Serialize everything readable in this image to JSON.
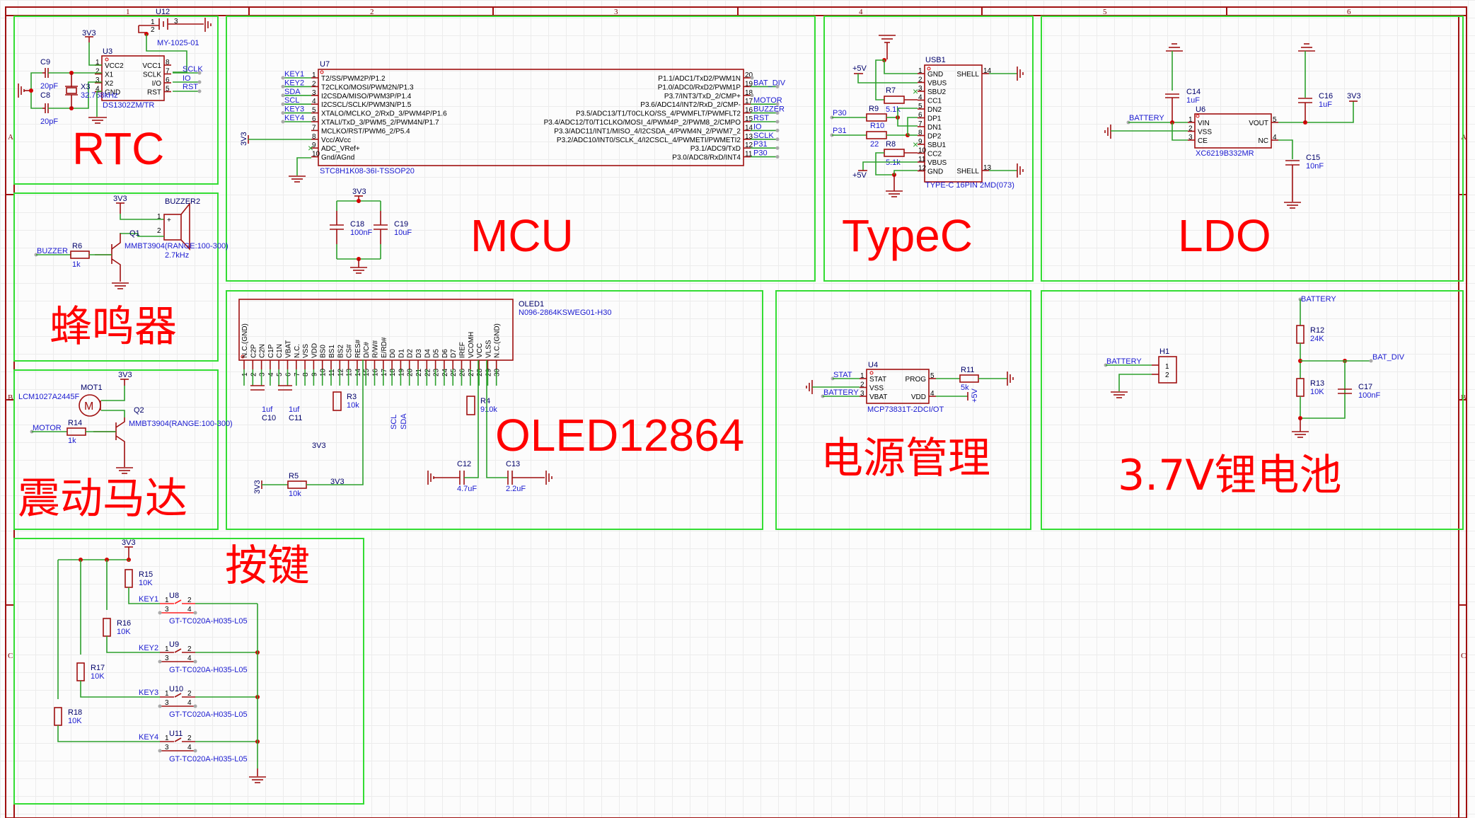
{
  "sheet": {
    "columns": [
      "1",
      "2",
      "3",
      "4",
      "5",
      "6"
    ],
    "rows": [
      "A",
      "B",
      "C"
    ],
    "colors": {
      "wire": "#2ca02c",
      "pin": "#a01010",
      "block": "#33dd33",
      "title": "#ff0000",
      "net": "#1a1ad0",
      "junction": "#d40000"
    }
  },
  "blocks": {
    "rtc": {
      "title": "RTC"
    },
    "mcu": {
      "title": "MCU"
    },
    "typec": {
      "title": "TypeC"
    },
    "ldo": {
      "title": "LDO"
    },
    "buzzer": {
      "title": "蜂鸣器"
    },
    "oled": {
      "title": "OLED12864"
    },
    "power": {
      "title": "电源管理"
    },
    "battery": {
      "title": "3.7V锂电池"
    },
    "motor": {
      "title": "震动马达"
    },
    "keys": {
      "title": "按键"
    }
  },
  "rtc": {
    "u3": {
      "ref": "U3",
      "part": "DS1302ZM/TR",
      "pins_left": [
        {
          "n": "1",
          "name": "VCC2"
        },
        {
          "n": "2",
          "name": "X1"
        },
        {
          "n": "3",
          "name": "X2"
        },
        {
          "n": "4",
          "name": "GND"
        }
      ],
      "pins_right": [
        {
          "n": "8",
          "name": "VCC1"
        },
        {
          "n": "7",
          "name": "SCLK"
        },
        {
          "n": "6",
          "name": "I/O"
        },
        {
          "n": "5",
          "name": "RST"
        }
      ]
    },
    "u12": {
      "ref": "U12",
      "part": "MY-1025-01",
      "pins": [
        "1",
        "2",
        "3"
      ]
    },
    "c9": {
      "ref": "C9",
      "value": "20pF"
    },
    "c8": {
      "ref": "C8",
      "value": "20pF"
    },
    "x3": {
      "ref": "X3",
      "value": "32.768kHz"
    },
    "power": "3V3",
    "nets": [
      "SCLK",
      "IO",
      "RST"
    ]
  },
  "mcu": {
    "u7": {
      "ref": "U7",
      "part": "STC8H1K08-36I-TSSOP20",
      "pins_left": [
        {
          "n": "1",
          "name": "T2/SS/PWM2P/P1.2",
          "net": "KEY1"
        },
        {
          "n": "2",
          "name": "T2CLKO/MOSI/PWM2N/P1.3",
          "net": "KEY2"
        },
        {
          "n": "3",
          "name": "I2CSDA/MISO/PWM3P/P1.4",
          "net": "SDA"
        },
        {
          "n": "4",
          "name": "I2CSCL/SCLK/PWM3N/P1.5",
          "net": "SCL"
        },
        {
          "n": "5",
          "name": "XTALO/MCLKO_2/RxD_3/PWM4P/P1.6",
          "net": "KEY3"
        },
        {
          "n": "6",
          "name": "XTALI/TxD_3/PWM5_2/PWM4N/P1.7",
          "net": "KEY4"
        },
        {
          "n": "7",
          "name": "MCLKO/RST/PWM6_2/P5.4",
          "net": ""
        },
        {
          "n": "8",
          "name": "Vcc/AVcc",
          "net": ""
        },
        {
          "n": "9",
          "name": "ADC_VRef+",
          "net": ""
        },
        {
          "n": "10",
          "name": "Gnd/AGnd",
          "net": ""
        }
      ],
      "pins_right": [
        {
          "n": "20",
          "name": "P1.1/ADC1/TxD2/PWM1N",
          "net": ""
        },
        {
          "n": "19",
          "name": "P1.0/ADC0/RxD2/PWM1P",
          "net": "BAT_DIV"
        },
        {
          "n": "18",
          "name": "P3.7/INT3/TxD_2/CMP+",
          "net": ""
        },
        {
          "n": "17",
          "name": "P3.6/ADC14/INT2/RxD_2/CMP-",
          "net": "MOTOR"
        },
        {
          "n": "16",
          "name": "P3.5/ADC13/T1/T0CLKO/SS_4/PWMFLT/PWMFLT2",
          "net": "BUZZER"
        },
        {
          "n": "15",
          "name": "P3.4/ADC12/T0/T1CLKO/MOSI_4/PWM4P_2/PWM8_2/CMPO",
          "net": "RST"
        },
        {
          "n": "14",
          "name": "P3.3/ADC11/INT1/MISO_4/I2CSDA_4/PWM4N_2/PWM7_2",
          "net": "IO"
        },
        {
          "n": "13",
          "name": "P3.2/ADC10/INT0/SCLK_4/I2CSCL_4/PWMETI/PWMETI2",
          "net": "SCLK"
        },
        {
          "n": "12",
          "name": "P3.1/ADC9/TxD",
          "net": "P31"
        },
        {
          "n": "11",
          "name": "P3.0/ADC8/RxD/INT4",
          "net": "P30"
        }
      ]
    },
    "power": "3V3",
    "c18": {
      "ref": "C18",
      "value": "100nF"
    },
    "c19": {
      "ref": "C19",
      "value": "10uF"
    }
  },
  "typec": {
    "usb1": {
      "ref": "USB1",
      "part": "TYPE-C 16PIN 2MD(073)",
      "pins_left": [
        {
          "n": "1",
          "name": "GND"
        },
        {
          "n": "2",
          "name": "VBUS"
        },
        {
          "n": "3",
          "name": "SBU2"
        },
        {
          "n": "4",
          "name": "CC1"
        },
        {
          "n": "5",
          "name": "DN2"
        },
        {
          "n": "6",
          "name": "DP1"
        },
        {
          "n": "7",
          "name": "DN1"
        },
        {
          "n": "8",
          "name": "DP2"
        },
        {
          "n": "9",
          "name": "SBU1"
        },
        {
          "n": "10",
          "name": "CC2"
        },
        {
          "n": "11",
          "name": "VBUS"
        },
        {
          "n": "12",
          "name": "GND"
        }
      ],
      "pins_right": [
        {
          "n": "14",
          "name": "SHELL"
        },
        {
          "n": "13",
          "name": "SHELL"
        }
      ]
    },
    "r7": {
      "ref": "R7",
      "value": "5.1k"
    },
    "r8": {
      "ref": "R8",
      "value": "5.1k"
    },
    "r9": {
      "ref": "R9",
      "value": "22"
    },
    "r10": {
      "ref": "R10",
      "value": "22"
    },
    "vbus": "+5V",
    "nets": [
      "P30",
      "P31"
    ]
  },
  "ldo": {
    "u6": {
      "ref": "U6",
      "part": "XC6219B332MR",
      "pins_left": [
        {
          "n": "1",
          "name": "VIN"
        },
        {
          "n": "2",
          "name": "VSS"
        },
        {
          "n": "3",
          "name": "CE"
        }
      ],
      "pins_right": [
        {
          "n": "5",
          "name": "VOUT"
        },
        {
          "n": "4",
          "name": "NC"
        }
      ]
    },
    "c14": {
      "ref": "C14",
      "value": "1uF"
    },
    "c16": {
      "ref": "C16",
      "value": "1uF"
    },
    "c15": {
      "ref": "C15",
      "value": "10nF"
    },
    "in_net": "BATTERY",
    "out": "3V3"
  },
  "buzzer": {
    "buzzer2": {
      "ref": "BUZZER2",
      "value": "2.7kHz",
      "pins": [
        "1",
        "2"
      ]
    },
    "q1": {
      "ref": "Q1",
      "part": "MMBT3904(RANGE:100-300)"
    },
    "r6": {
      "ref": "R6",
      "value": "1k"
    },
    "net": "BUZZER",
    "power": "3V3"
  },
  "motor": {
    "mot1": {
      "ref": "MOT1",
      "part": "LCM1027A2445F",
      "symbol": "M"
    },
    "q2": {
      "ref": "Q2",
      "part": "MMBT3904(RANGE:100-300)"
    },
    "r14": {
      "ref": "R14",
      "value": "1k"
    },
    "net": "MOTOR",
    "power": "3V3"
  },
  "oled": {
    "oled1": {
      "ref": "OLED1",
      "part": "N096-2864KSWEG01-H30",
      "pins": [
        "N.C.(GND)",
        "C2P",
        "C2N",
        "C1P",
        "C1N",
        "VBAT",
        "N.C.",
        "VSS",
        "VDD",
        "BS0",
        "BS1",
        "BS2",
        "CS#",
        "RES#",
        "D/C#",
        "R/W#",
        "E/RD#",
        "D0",
        "D1",
        "D2",
        "D3",
        "D4",
        "D5",
        "D6",
        "D7",
        "IREF",
        "VCOMH",
        "VCC",
        "VLSS",
        "N.C.(GND)"
      ]
    },
    "c10": {
      "ref": "C10",
      "value": "1uf"
    },
    "c11": {
      "ref": "C11",
      "value": "1uf"
    },
    "r3": {
      "ref": "R3",
      "value": "10k"
    },
    "r4": {
      "ref": "R4",
      "value": "910k"
    },
    "r5": {
      "ref": "R5",
      "value": "10k"
    },
    "c12": {
      "ref": "C12",
      "value": "4.7uF"
    },
    "c13": {
      "ref": "C13",
      "value": "2.2uF"
    },
    "nets": [
      "SCL",
      "SDA"
    ],
    "power": "3V3"
  },
  "power": {
    "u4": {
      "ref": "U4",
      "part": "MCP73831T-2DCI/OT",
      "pins_left": [
        {
          "n": "1",
          "name": "STAT"
        },
        {
          "n": "2",
          "name": "VSS"
        },
        {
          "n": "3",
          "name": "VBAT"
        }
      ],
      "pins_right": [
        {
          "n": "5",
          "name": "PROG"
        },
        {
          "n": "4",
          "name": "VDD"
        }
      ]
    },
    "r11": {
      "ref": "R11",
      "value": "5k"
    },
    "nets": [
      "STAT",
      "BATTERY"
    ],
    "vdd": "+5V"
  },
  "battery": {
    "h1": {
      "ref": "H1",
      "pins": [
        "1",
        "2"
      ]
    },
    "r12": {
      "ref": "R12",
      "value": "24K"
    },
    "r13": {
      "ref": "R13",
      "value": "10K"
    },
    "c17": {
      "ref": "C17",
      "value": "100nF"
    },
    "nets": [
      "BATTERY",
      "BAT_DIV"
    ]
  },
  "keys": {
    "power": "3V3",
    "rows": [
      {
        "res": "R15",
        "value": "10K",
        "net": "KEY1",
        "sw": "U8",
        "part": "GT-TC020A-H035-L05",
        "highlight": true
      },
      {
        "res": "R16",
        "value": "10K",
        "net": "KEY2",
        "sw": "U9",
        "part": "GT-TC020A-H035-L05",
        "highlight": false
      },
      {
        "res": "R17",
        "value": "10K",
        "net": "KEY3",
        "sw": "U10",
        "part": "GT-TC020A-H035-L05",
        "highlight": false
      },
      {
        "res": "R18",
        "value": "10K",
        "net": "KEY4",
        "sw": "U11",
        "part": "GT-TC020A-H035-L05",
        "highlight": false
      }
    ],
    "pin_nums": [
      "1",
      "2",
      "3",
      "4"
    ]
  }
}
